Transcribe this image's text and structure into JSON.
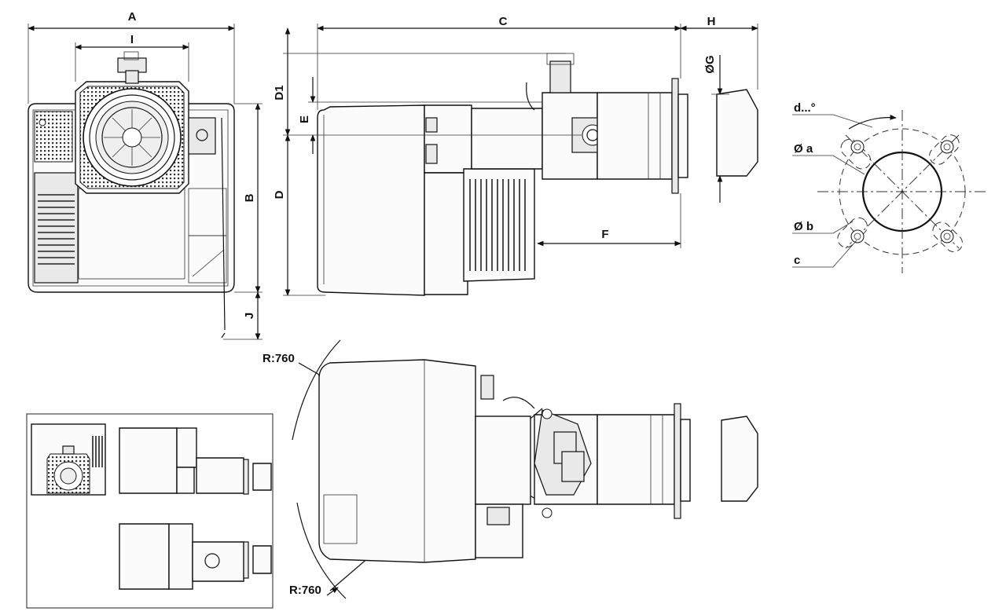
{
  "labels": {
    "A": "A",
    "I": "I",
    "B": "B",
    "J": "J",
    "C": "C",
    "H": "H",
    "G": "ØG",
    "D1": "D1",
    "D": "D",
    "E": "E",
    "F": "F",
    "d": "d...°",
    "a": "Ø a",
    "b": "Ø b",
    "c": "c",
    "r_top": "R:760",
    "r_bottom": "R:760"
  }
}
